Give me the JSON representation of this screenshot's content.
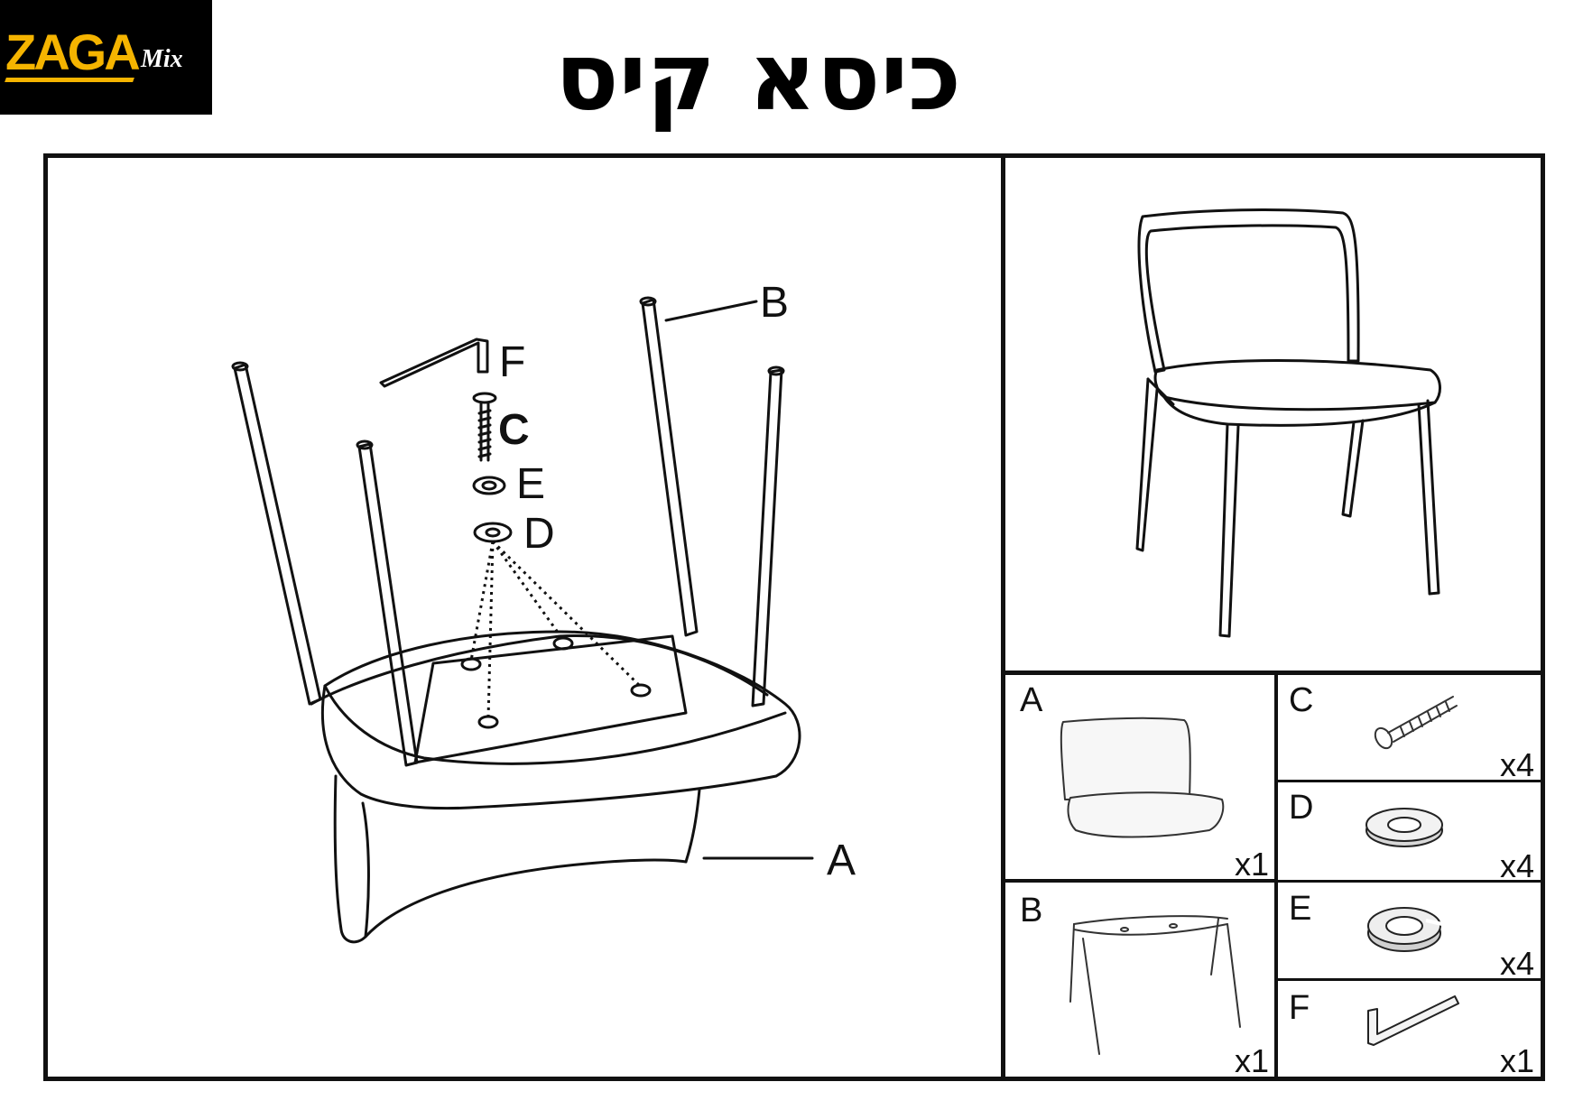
{
  "brand": {
    "name": "ZAGA",
    "suffix": "Mix"
  },
  "title": "כיסא קיס",
  "diagram": {
    "callouts": {
      "A": "A",
      "B": "B",
      "C": "C",
      "D": "D",
      "E": "E",
      "F": "F"
    }
  },
  "parts": [
    {
      "letter": "A",
      "qty": "x1",
      "icon": "seat-icon"
    },
    {
      "letter": "B",
      "qty": "x1",
      "icon": "leg-frame-icon"
    },
    {
      "letter": "C",
      "qty": "x4",
      "icon": "bolt-icon"
    },
    {
      "letter": "D",
      "qty": "x4",
      "icon": "flat-washer-icon"
    },
    {
      "letter": "E",
      "qty": "x4",
      "icon": "spring-washer-icon"
    },
    {
      "letter": "F",
      "qty": "x1",
      "icon": "allen-key-icon"
    }
  ]
}
